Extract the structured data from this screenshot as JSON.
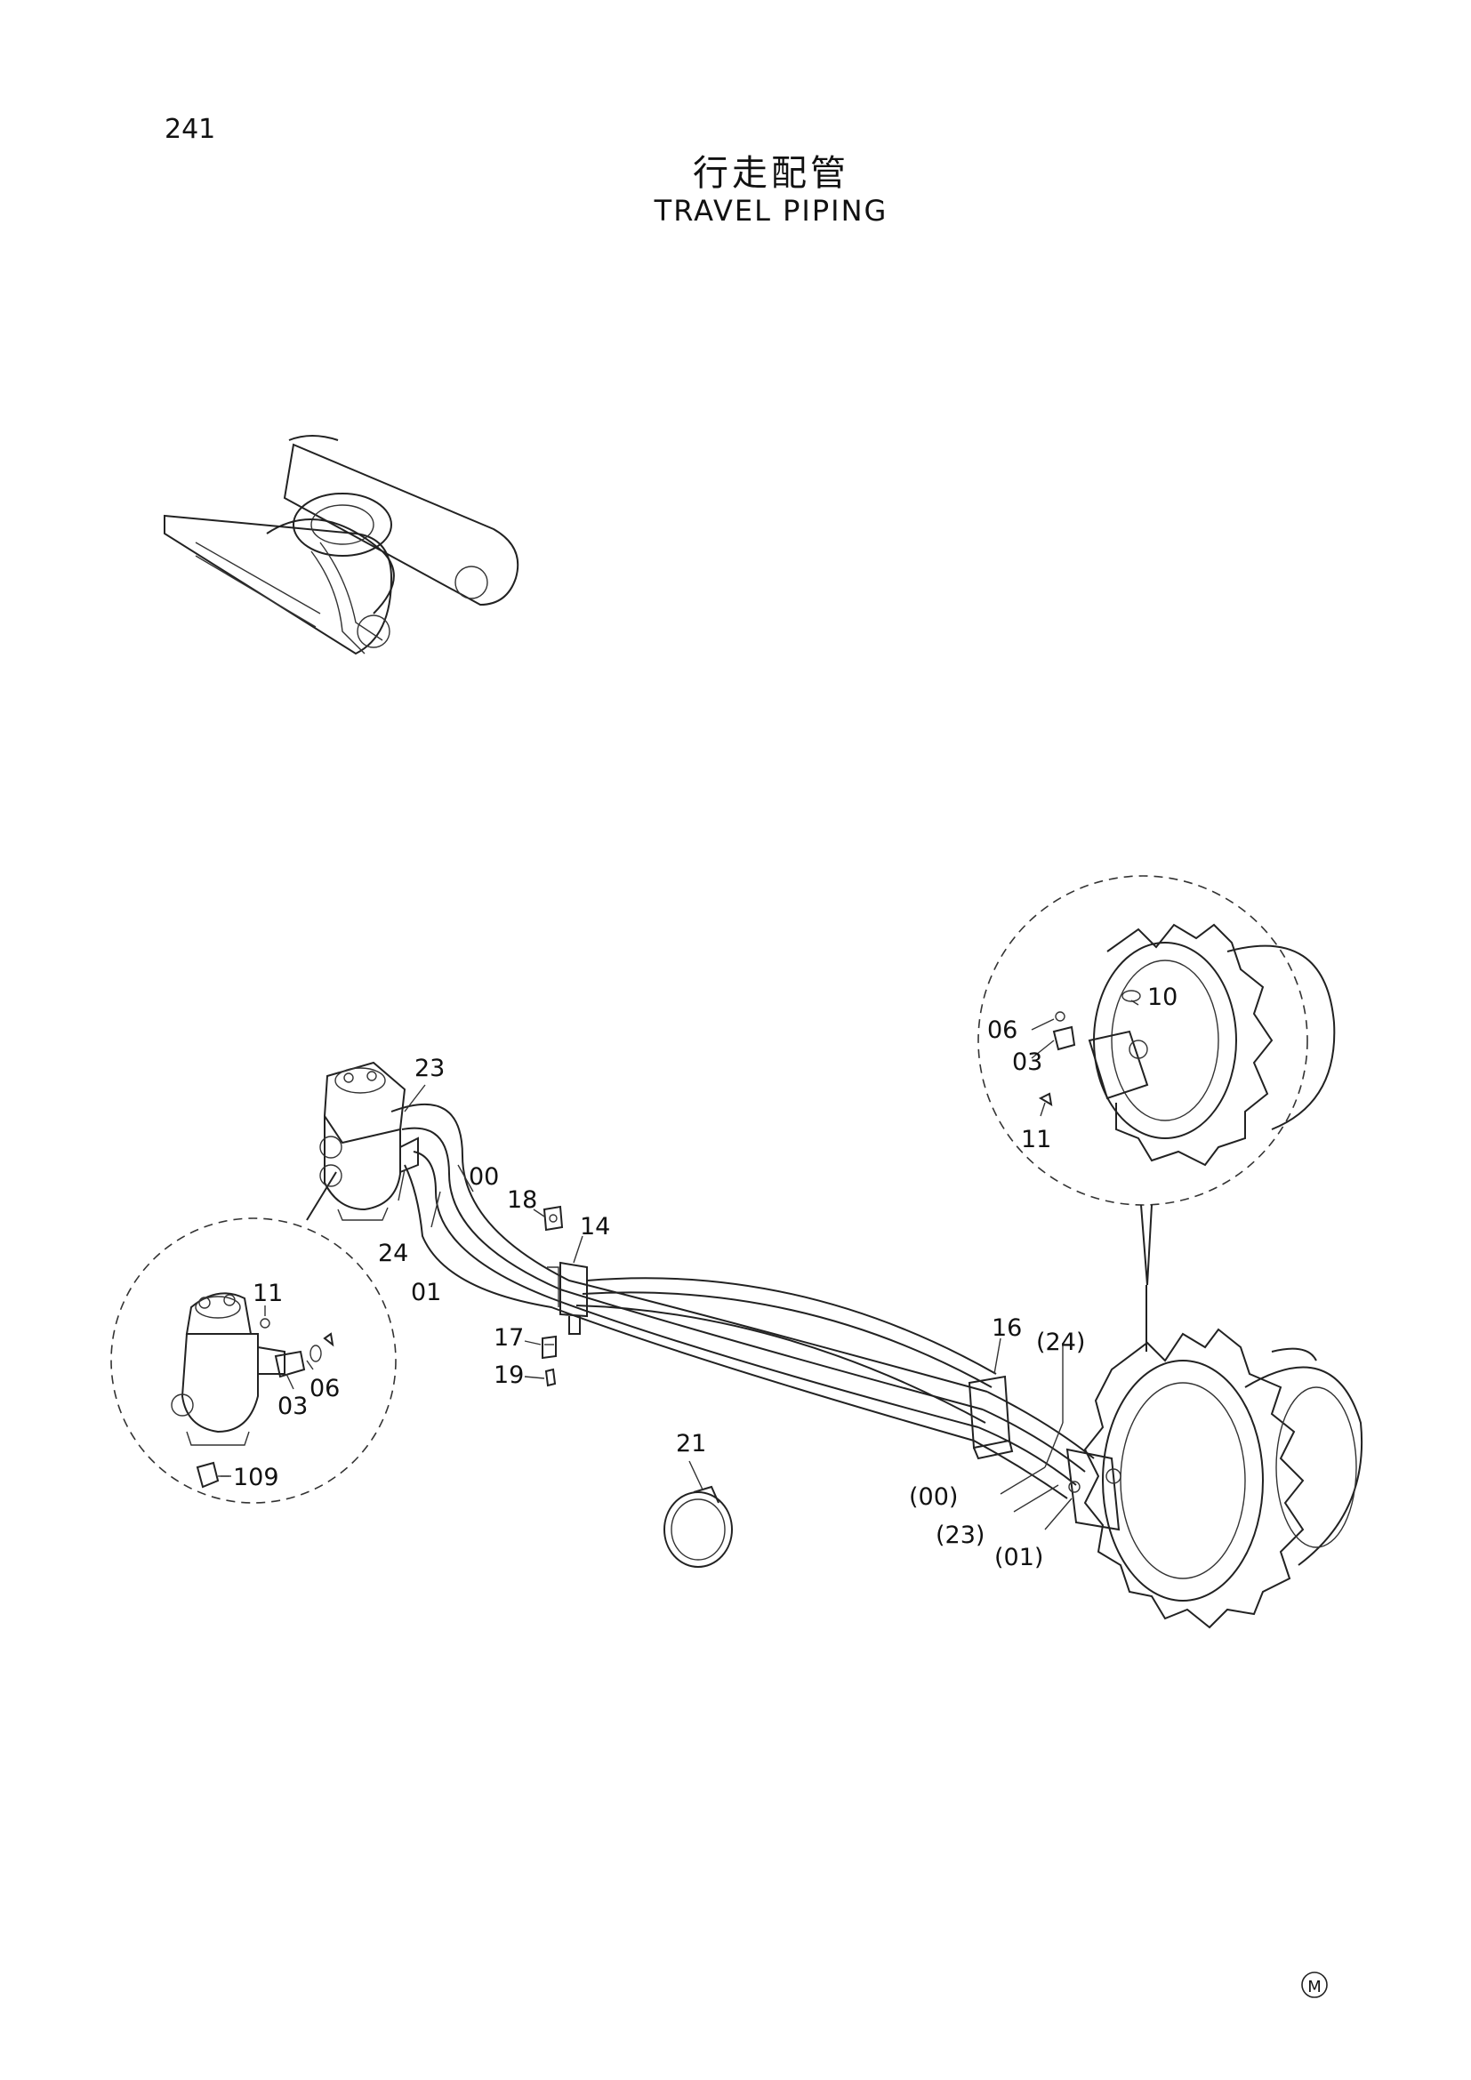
{
  "page_number": "241",
  "title_jp": "行走配管",
  "title_en": "TRAVEL PIPING",
  "mark": "M",
  "callouts": {
    "c23": "23",
    "c00": "00",
    "c18": "18",
    "c14": "14",
    "c24": "24",
    "c01": "01",
    "c17": "17",
    "c19": "19",
    "c21": "21",
    "c16": "16",
    "c24p": "(24)",
    "c00p": "(00)",
    "c23p": "(23)",
    "c01p": "(01)",
    "left_11": "11",
    "left_06": "06",
    "left_03": "03",
    "left_109": "109",
    "right_10": "10",
    "right_06": "06",
    "right_03": "03",
    "right_11": "11"
  }
}
